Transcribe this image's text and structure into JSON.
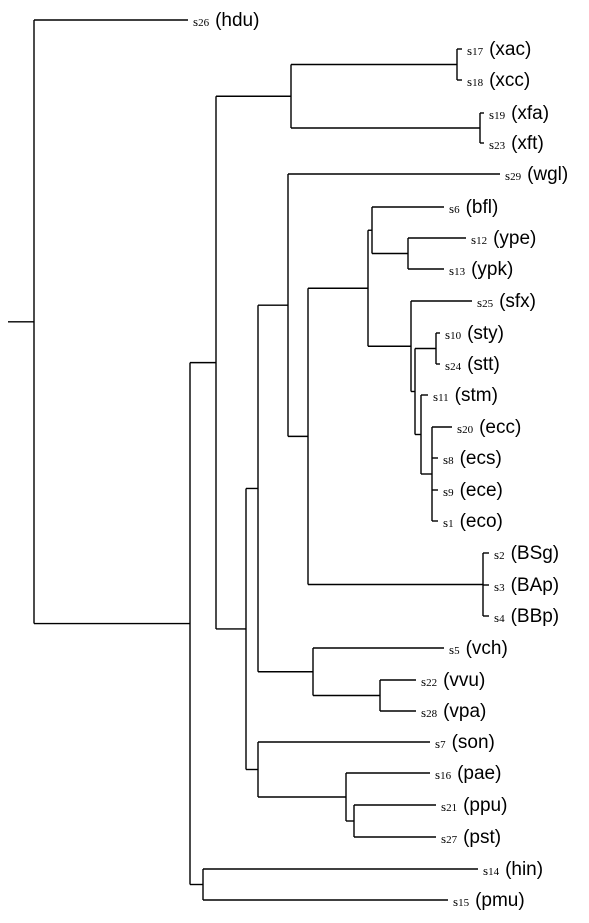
{
  "tree": {
    "leaves": [
      {
        "id": "s26",
        "prefix": "s",
        "num": "26",
        "name": "(hdu)"
      },
      {
        "id": "s17",
        "prefix": "s",
        "num": "17",
        "name": "(xac)"
      },
      {
        "id": "s18",
        "prefix": "s",
        "num": "18",
        "name": "(xcc)"
      },
      {
        "id": "s19",
        "prefix": "s",
        "num": "19",
        "name": "(xfa)"
      },
      {
        "id": "s23",
        "prefix": "s",
        "num": "23",
        "name": "(xft)"
      },
      {
        "id": "s29",
        "prefix": "s",
        "num": "29",
        "name": "(wgl)"
      },
      {
        "id": "s6",
        "prefix": "s",
        "num": "6",
        "name": "(bfl)"
      },
      {
        "id": "s12",
        "prefix": "s",
        "num": "12",
        "name": "(ype)"
      },
      {
        "id": "s13",
        "prefix": "s",
        "num": "13",
        "name": "(ypk)"
      },
      {
        "id": "s25",
        "prefix": "s",
        "num": "25",
        "name": "(sfx)"
      },
      {
        "id": "s10",
        "prefix": "s",
        "num": "10",
        "name": "(sty)"
      },
      {
        "id": "s24",
        "prefix": "s",
        "num": "24",
        "name": "(stt)"
      },
      {
        "id": "s11",
        "prefix": "s",
        "num": "11",
        "name": "(stm)"
      },
      {
        "id": "s20",
        "prefix": "s",
        "num": "20",
        "name": "(ecc)"
      },
      {
        "id": "s8",
        "prefix": "s",
        "num": "8",
        "name": "(ecs)"
      },
      {
        "id": "s9",
        "prefix": "s",
        "num": "9",
        "name": "(ece)"
      },
      {
        "id": "s1",
        "prefix": "s",
        "num": "1",
        "name": "(eco)"
      },
      {
        "id": "s2",
        "prefix": "s",
        "num": "2",
        "name": "(BSg)"
      },
      {
        "id": "s3",
        "prefix": "s",
        "num": "3",
        "name": "(BAp)"
      },
      {
        "id": "s4",
        "prefix": "s",
        "num": "4",
        "name": "(BBp)"
      },
      {
        "id": "s5",
        "prefix": "s",
        "num": "5",
        "name": "(vch)"
      },
      {
        "id": "s22",
        "prefix": "s",
        "num": "22",
        "name": "(vvu)"
      },
      {
        "id": "s28",
        "prefix": "s",
        "num": "28",
        "name": "(vpa)"
      },
      {
        "id": "s7",
        "prefix": "s",
        "num": "7",
        "name": "(son)"
      },
      {
        "id": "s16",
        "prefix": "s",
        "num": "16",
        "name": "(pae)"
      },
      {
        "id": "s21",
        "prefix": "s",
        "num": "21",
        "name": "(ppu)"
      },
      {
        "id": "s27",
        "prefix": "s",
        "num": "27",
        "name": "(pst)"
      },
      {
        "id": "s14",
        "prefix": "s",
        "num": "14",
        "name": "(hin)"
      },
      {
        "id": "s15",
        "prefix": "s",
        "num": "15",
        "name": "(pmu)"
      }
    ]
  }
}
